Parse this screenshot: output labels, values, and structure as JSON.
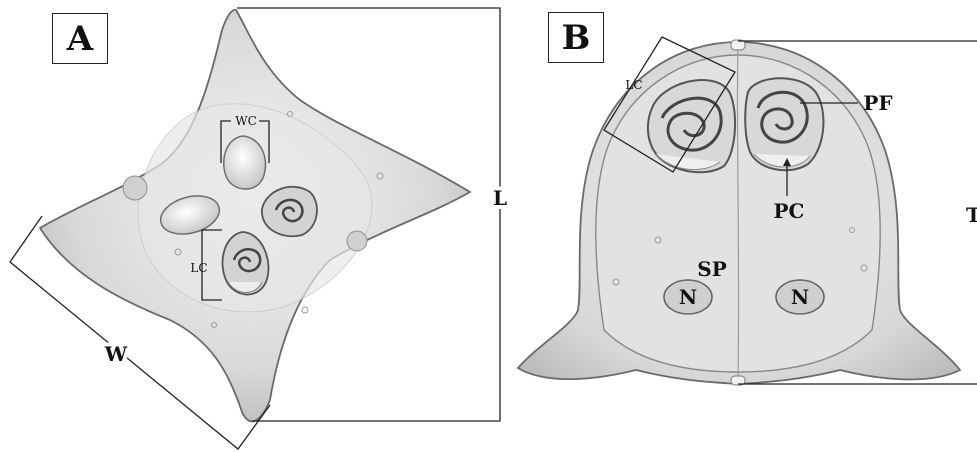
{
  "panels": [
    {
      "id": "A",
      "label": "A",
      "annotations": {
        "wc": "WC",
        "lc": "LC",
        "length": "L",
        "width": "W"
      }
    },
    {
      "id": "B",
      "label": "B",
      "annotations": {
        "lc": "LC",
        "pf": "PF",
        "pc": "PC",
        "sp": "SP",
        "n_left": "N",
        "n_right": "N",
        "t": "T"
      }
    }
  ]
}
